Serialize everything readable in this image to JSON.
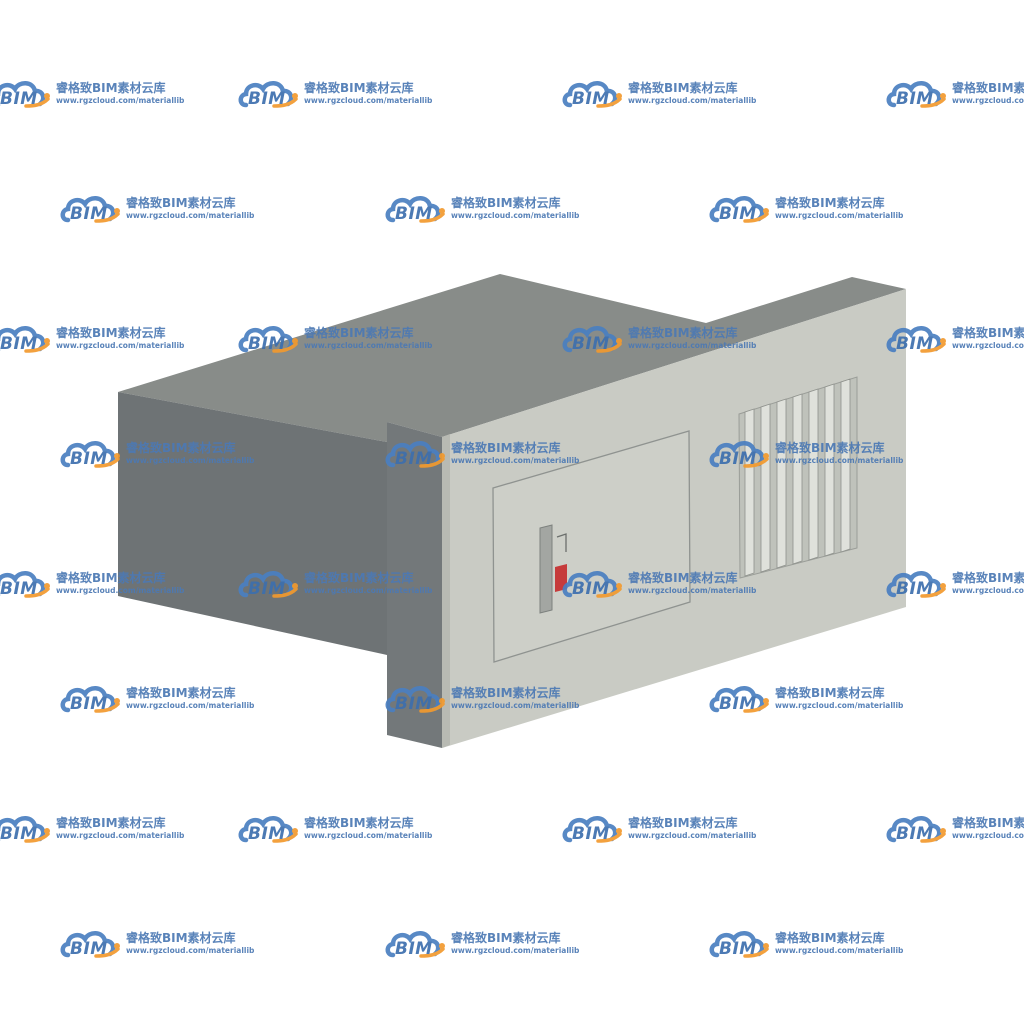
{
  "watermark": {
    "logo_text": "BIM",
    "name": "睿格致BIM素材云库",
    "url": "www.rgzcloud.com/materiallib",
    "colors": {
      "cloud_blue": "#4a7fc1",
      "cloud_orange": "#f29a2e",
      "text_blue": "#4c79b4"
    }
  },
  "model": {
    "icon": "electrical-distribution-cabinet",
    "colors": {
      "top": "#888c89",
      "left_side": "#6e7375",
      "front": "#c9cbc4",
      "front_shadow": "#b8bab3",
      "indicator": "#c63b3b"
    }
  }
}
